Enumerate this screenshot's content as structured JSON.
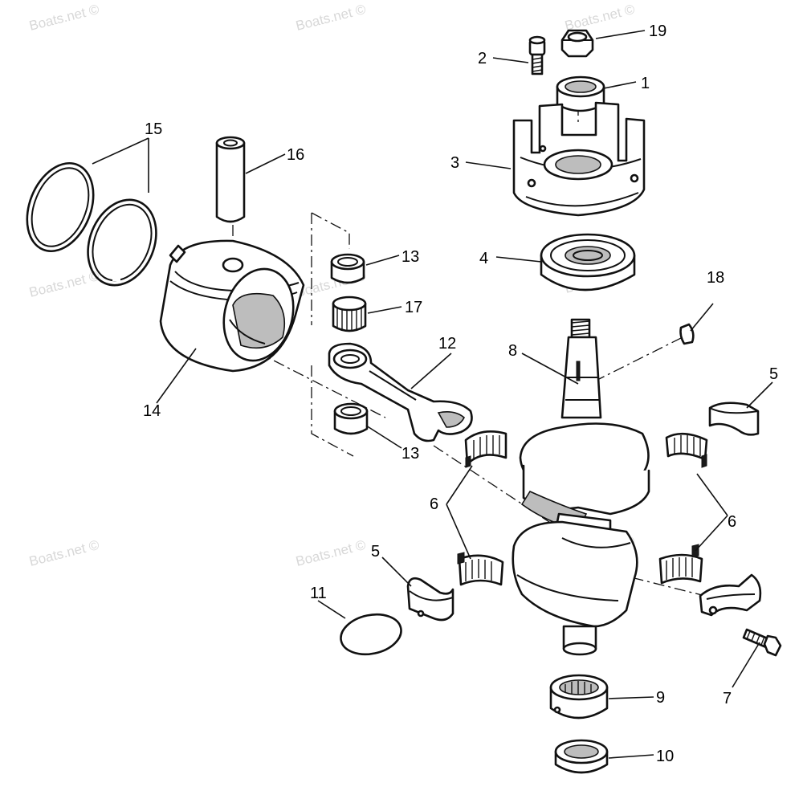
{
  "watermark": {
    "text": "Boats.net ©",
    "color": "#d8d8d8"
  },
  "callouts": {
    "c1": "1",
    "c2": "2",
    "c3": "3",
    "c4": "4",
    "c5a": "5",
    "c5b": "5",
    "c6a": "6",
    "c6b": "6",
    "c7": "7",
    "c8": "8",
    "c9": "9",
    "c10": "10",
    "c11": "11",
    "c12": "12",
    "c13a": "13",
    "c13b": "13",
    "c14": "14",
    "c15": "15",
    "c16": "16",
    "c17": "17",
    "c18": "18",
    "c19": "19"
  },
  "colors": {
    "line": "#111111",
    "background": "#ffffff",
    "shade": "#bdbdbd"
  }
}
